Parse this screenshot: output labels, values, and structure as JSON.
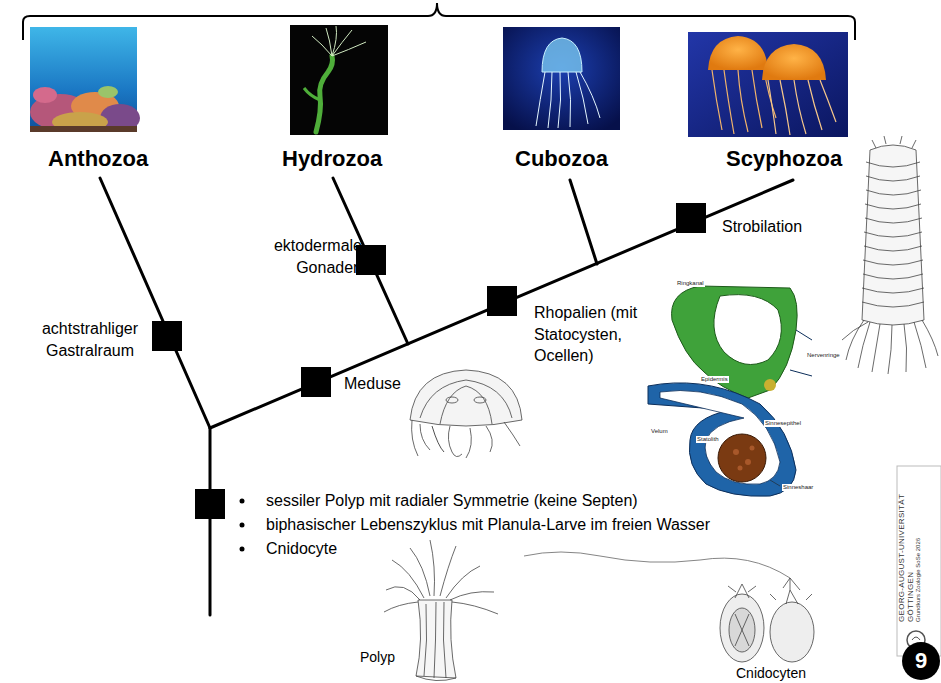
{
  "diagram": {
    "labels": [
      "Anthozoa",
      "Hydrozoa",
      "Cubozoa",
      "Scyphozoa",
      "ektodermale Gonaden",
      "Strobilation",
      "Rhopalien (mit Statocysten, Ocellen)",
      "achtstrahliger Gastralraum",
      "Meduse",
      "sessiler Polyp mit radialer Symmetrie (keine Septen)",
      "biphasischer Lebenszyklus mit Planula-Larve im freien Wasser",
      "Cnidocyte",
      "Polyp",
      "Cnidocyten",
      "Ringkanal",
      "Epidermis",
      "Velum",
      "Statolith",
      "Sinnesepithel",
      "Sinneshaar",
      "Nervenringe",
      "GEORG-AUGUST-UNIVERSITÄT",
      "GÖTTINGEN",
      "Grundkurs Zoologie SoSe 2026",
      "9"
    ]
  }
}
